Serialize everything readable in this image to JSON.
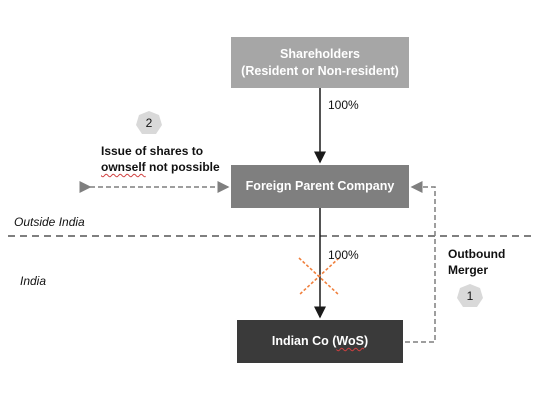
{
  "nodes": {
    "shareholders": {
      "line1": "Shareholders",
      "line2": "(Resident or Non-resident)",
      "color": "#a6a6a6"
    },
    "foreign_parent": {
      "label": "Foreign Parent Company",
      "color": "#7f7f7f"
    },
    "indian_co": {
      "label_prefix": "Indian Co (",
      "label_wos": "WoS",
      "label_suffix": ")",
      "color": "#3a3a3a"
    }
  },
  "edges": {
    "shareholders_to_parent": "100%",
    "parent_to_indian": "100%"
  },
  "regions": {
    "outside": "Outside India",
    "inside": "India"
  },
  "annotations": {
    "issue_line1": "Issue of shares to",
    "issue_line2_word": "ownself",
    "issue_line2_rest": " not possible",
    "issue_badge": "2",
    "merger_line1": "Outbound",
    "merger_line2": "Merger",
    "merger_badge": "1"
  },
  "colors": {
    "arrow": "#1a1a1a",
    "dashed": "#7f7f7f",
    "cross": "#f07f3c",
    "badge_fill": "#d9d9d9"
  }
}
